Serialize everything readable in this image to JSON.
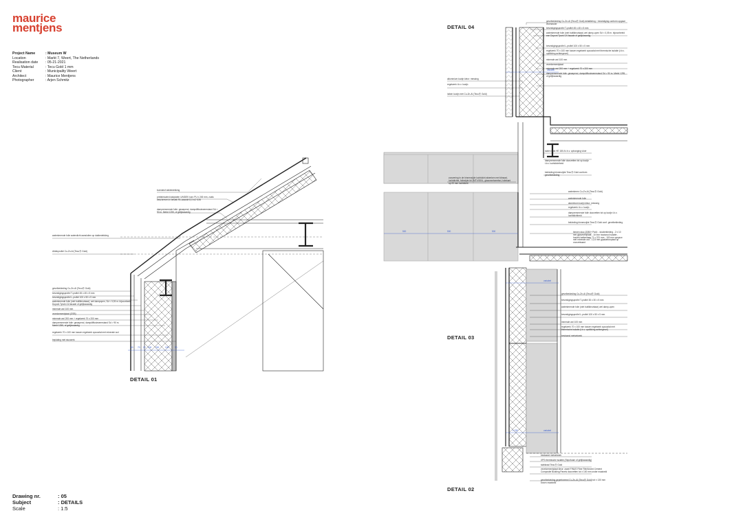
{
  "brand": {
    "line1": "maurice",
    "line2": "mentjens",
    "color": "#d7402f"
  },
  "project_info": [
    {
      "key": "Project Name",
      "value": ": Museum W"
    },
    {
      "key": "Location",
      "value": ": Markt 7, Weert, The Netherlands"
    },
    {
      "key": "Realisation date",
      "value": ": 05-21-2021"
    },
    {
      "key": "Tecu Material",
      "value": ": Tecu Gold 1 mm"
    },
    {
      "key": "Client",
      "value": ": Municipality Weert"
    },
    {
      "key": "Architect",
      "value": ": Maurice Mentjens"
    },
    {
      "key": "Photographer",
      "value": ": Arjen Schmitz"
    }
  ],
  "title_block": [
    {
      "key": "Drawing nr.",
      "value": ": 05"
    },
    {
      "key": "Subject",
      "value": ": DETAILS"
    },
    {
      "key": "Scale",
      "value": ": 1:5"
    }
  ],
  "details": {
    "d01": "DETAIL 01",
    "d02": "DETAIL 02",
    "d03": "DETAIL 03",
    "d04": "DETAIL 04"
  },
  "annotations": {
    "roof": [
      "kunststof dakbedekking",
      "prefabricated dakplaten UNIDEK koro PU x 245 mm, zoals beschreven in bestek Rc-waarde 8,0 m2 K/W",
      "dampremmende folie: gewapend, dampdiffusieweerstand Sd > 90 m. Merkt 1255, of gelijkwaardig"
    ],
    "d01_upper": [
      "waterkerende folie waterdicht aansluiten op dakbedekking",
      "Afdekprofiel Cu-Zn-Al (TecuⓇ Gold)"
    ],
    "d01_wall": [
      "gevelbekleding Cu-Zn-Al (TecuⓇ Gold)",
      "bevestigingsprofiel T-profiel 45 x 45 x 5 mm",
      "bevestigingsprofiel L-profiel 100 x 50 x 5 mm",
      "waterkerende folie (niet buitlkleurbaar), wel dampopen, Sd < 0,05 m. bijvoorbeeld Dupont Tyvek UV-facade of gelijkwaardig",
      "minerale wol 100 mm",
      "vezelcementplaat (OSB)",
      "minerale wol 200 mm + regelwerk 70 x 200 mm",
      "dampremmende folie: gewapend, dampdiffusieweerstand Sd > 90 m. Merkt 1255, of gelijkwaardig",
      "regelwerk 70 x 100 mm tussen regelwerk spouwlat met minerale wol",
      "beplating met stucwerk"
    ],
    "d04": [
      "gevelbekleding Cu-Zn-Al (TecuⓇ Gold) detaillering ↑ bevestiging conform opgave leverancier",
      "bevestigingsprofiel T-profiel 45 x 45 x 5 mm",
      "waterkerende folie (niet buitlkleurbaar) wel damp-open Sd < 0,05 m. bijvoorbeeld een Dupont Tyvek UV-facade of gelijkwaardig",
      "bevestigingsprofiel L-profiel 100 x 50 x 5 mm",
      "regelwerk 70 x 100 mm tussen regelwerk spouwlat met thermische isolatie (t.b.v. opdikking achtergevel)",
      "minerale wol 100 mm",
      "vezelcementplaat",
      "minerale wol 200 mm + regelwerk 70 x 200 mm",
      "dampremmende folie: gewapend, dampdiffusieweerstand Sd > 90 m. Merkt 1255, of gelijkwaardig",
      "alluminium kozijn kleur: messing",
      "luiken kozijn met Cu-Zn-Al (TecuⓇ Gold)",
      "regelwerk t.b.v. kozijn",
      "stalen balk HE 180 A t.b.v. ophanging vloer",
      "dampremmende folie doorzetten tot op kozijn t.b.v. luchtdichtheid",
      "bekleding binnenzijde TecuⓇ Gold conform gevelbekleding"
    ],
    "d03": [
      "zonwering in de binnenzijde luchtdicht afwerken met kitnaad, luchtdichte, foliezijde kit JMTV/200L, glasvezelweefsel, foliekant op 20 mm luchtdicht",
      "waterkeren Cu-Zn-Al (TecuⓇ Gold)",
      "waterkerende folie",
      "aluminium kozijn kleur: messing",
      "regelwerk t.b.v. kozijn",
      "dampremmende folie doorzetten tot op kozijn t.b.v. luchtdichtheid",
      "bekleding binnenzijde TecuⓇ Gold conf. gevelbekleding",
      "binnen stuc (3350+ Pad): - stucbekleding - 2 x 10 mm gipsvezelplaat - 10 mm houtwool isolatie - houten balkenlaag 71 x 221 mm - 100 mm opspuw met minerale wol - 12,5 mm gipskartonplaat op voorzetwand"
    ],
    "d03_wall": [
      "gevelbekleding Cu-Zn-Al (TecuⓇ Gold)",
      "bevestigingsprofiel T-profiel 30 x 30 x 5 mm",
      "waterkerende folie (niet buitlkleurbaar) wel damp-open",
      "bevestigingsprofiel L-profiel 100 x 50 x 5 mm",
      "minerale wol 100 mm",
      "regelwerk 70 x 100 mm tussen regelwerk spouwlat met thermische isolatie (t.b.v. opdikking achtergevel)",
      "bestaand metselwerk"
    ],
    "d02": [
      "bestaand metselwerk",
      "XPS thermische isolatie (Styrofoam of gelijkwaardig)",
      "slabkraal TecuⓇ Gold",
      "vezelcementplaat kleur: zwart FINUS Fiber Reinforced Cement Composite Building Panels doorzetten tot ± 100 mm onder maaiveld",
      "gevelbekleding geperforeerd Cu-Zn-Al (TecuⓇ Gold) tot ± 130 mm boven maaiveld"
    ]
  },
  "dimensions": {
    "d01": [
      "60",
      "70",
      "20",
      "100",
      "200",
      "100",
      "30"
    ],
    "d03": [
      "500",
      "500",
      "500"
    ],
    "d03_var": "variabel",
    "d02_var": "variabel",
    "d04_var": "variabel",
    "d02_dim": "± 230"
  },
  "colors": {
    "drawing": "#222222",
    "dim": "#3a5fd0",
    "fill": "#d9d9d9",
    "accent": "#d7402f"
  }
}
